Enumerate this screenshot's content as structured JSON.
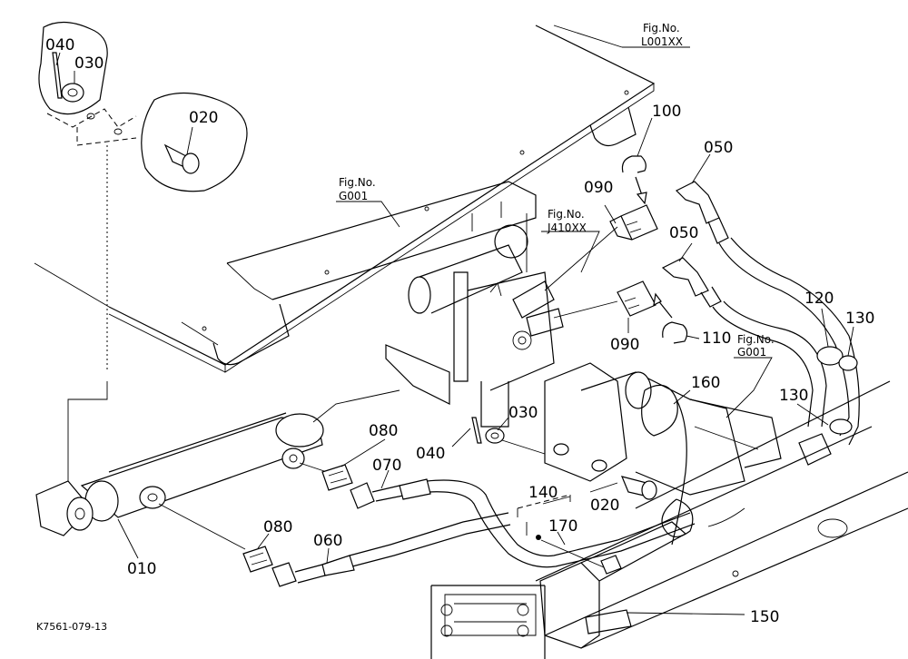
{
  "parts": [
    {
      "id": "p040a",
      "number": "040"
    },
    {
      "id": "p030a",
      "number": "030"
    },
    {
      "id": "p020a",
      "number": "020"
    },
    {
      "id": "p100",
      "number": "100"
    },
    {
      "id": "p050a",
      "number": "050"
    },
    {
      "id": "p090a",
      "number": "090"
    },
    {
      "id": "p050b",
      "number": "050"
    },
    {
      "id": "p120",
      "number": "120"
    },
    {
      "id": "p130a",
      "number": "130"
    },
    {
      "id": "p110",
      "number": "110"
    },
    {
      "id": "p090b",
      "number": "090"
    },
    {
      "id": "p160",
      "number": "160"
    },
    {
      "id": "p130b",
      "number": "130"
    },
    {
      "id": "p080a",
      "number": "080"
    },
    {
      "id": "p030b",
      "number": "030"
    },
    {
      "id": "p040b",
      "number": "040"
    },
    {
      "id": "p070",
      "number": "070"
    },
    {
      "id": "p140",
      "number": "140"
    },
    {
      "id": "p020b",
      "number": "020"
    },
    {
      "id": "p170",
      "number": "170"
    },
    {
      "id": "p080b",
      "number": "080"
    },
    {
      "id": "p060",
      "number": "060"
    },
    {
      "id": "p010",
      "number": "010"
    },
    {
      "id": "p150",
      "number": "150"
    }
  ],
  "figure_refs": [
    {
      "id": "ref-l001xx",
      "line1": "Fig.No.",
      "line2": "L001XX"
    },
    {
      "id": "ref-g001-top",
      "line1": "Fig.No.",
      "line2": "G001"
    },
    {
      "id": "ref-j410xx",
      "line1": "Fig.No.",
      "line2": "J410XX"
    },
    {
      "id": "ref-g001-right",
      "line1": "Fig.No.",
      "line2": "G001"
    }
  ],
  "drawing_code": "K7561-079-13"
}
